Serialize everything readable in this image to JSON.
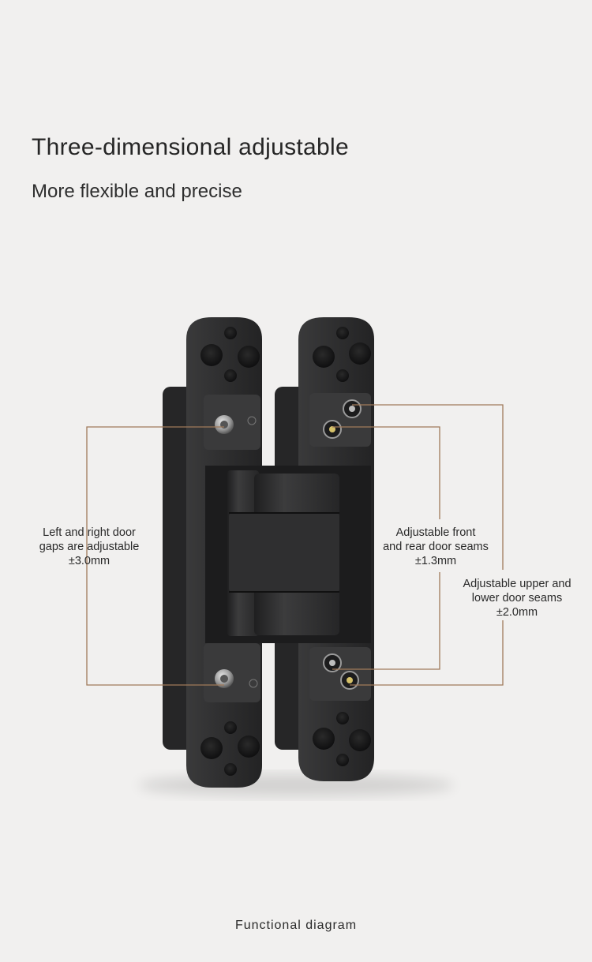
{
  "heading": {
    "title": "Three-dimensional adjustable",
    "subtitle": "More flexible and precise"
  },
  "callouts": {
    "left": {
      "lines": [
        "Left and right door",
        "gaps are adjustable",
        "±3.0mm"
      ]
    },
    "front_rear": {
      "lines": [
        "Adjustable front",
        "and rear door seams",
        "±1.3mm"
      ]
    },
    "upper_lower": {
      "lines": [
        "Adjustable upper and",
        "lower door seams",
        "±2.0mm"
      ]
    }
  },
  "caption": "Functional diagram",
  "colors": {
    "background": "#f1f0ef",
    "callout_line": "#a07a5a",
    "hinge_body": "#2b2b2c"
  }
}
